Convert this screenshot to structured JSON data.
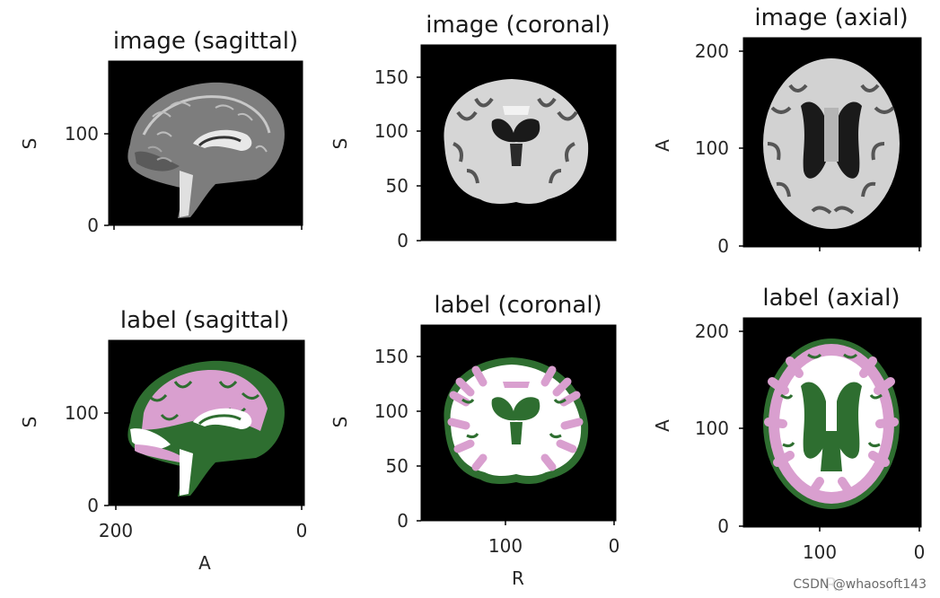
{
  "panels": [
    {
      "title": "image (sagittal)",
      "ylabel": "S",
      "xlabel": "",
      "yticks": [
        "0",
        "100"
      ],
      "xticks": []
    },
    {
      "title": "image (coronal)",
      "ylabel": "S",
      "xlabel": "",
      "yticks": [
        "0",
        "50",
        "100",
        "150"
      ],
      "xticks": []
    },
    {
      "title": "image (axial)",
      "ylabel": "A",
      "xlabel": "",
      "yticks": [
        "0",
        "100",
        "200"
      ],
      "xticks": []
    },
    {
      "title": "label (sagittal)",
      "ylabel": "S",
      "xlabel": "A",
      "yticks": [
        "0",
        "100"
      ],
      "xticks": [
        "200",
        "0"
      ]
    },
    {
      "title": "label (coronal)",
      "ylabel": "S",
      "xlabel": "R",
      "yticks": [
        "0",
        "50",
        "100",
        "150"
      ],
      "xticks": [
        "100",
        "0"
      ]
    },
    {
      "title": "label (axial)",
      "ylabel": "A",
      "xlabel": "R",
      "yticks": [
        "0",
        "100",
        "200"
      ],
      "xticks": [
        "100",
        "0"
      ]
    }
  ],
  "watermark": "CSDN @whaosoft143",
  "colors": {
    "background_panel": "#000000",
    "label_white": "#ffffff",
    "label_pink": "#d99fcf",
    "label_green": "#2e6e30",
    "brain_gray": "#8c8c8c"
  }
}
